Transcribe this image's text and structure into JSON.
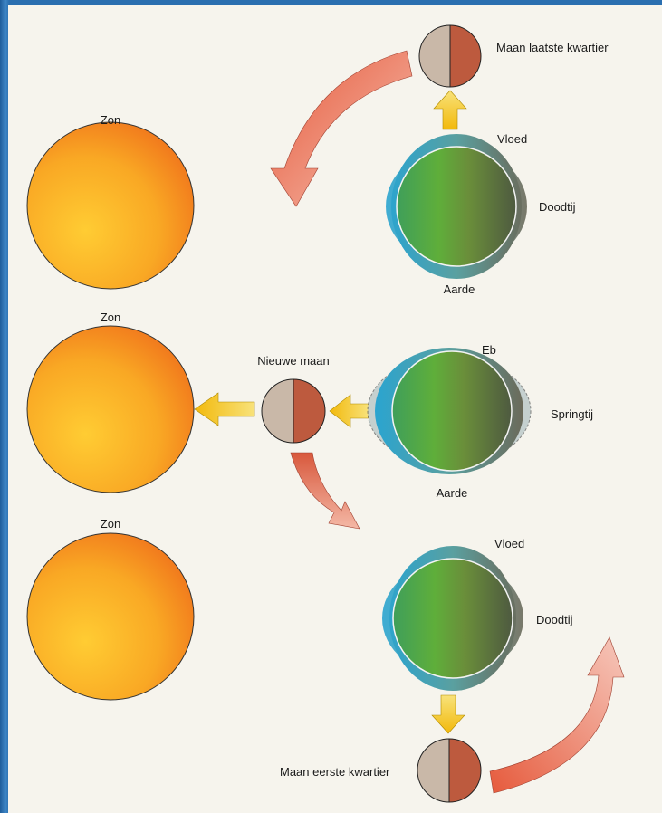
{
  "diagram": {
    "labels": {
      "sun_top": "Zon",
      "sun_middle": "Zon",
      "sun_bottom": "Zon",
      "moon_last_quarter": "Maan laatste kwartier",
      "moon_new": "Nieuwe maan",
      "moon_first_quarter": "Maan eerste kwartier",
      "flood_top": "Vloed",
      "neap_top": "Doodtij",
      "earth_top": "Aarde",
      "ebb_middle": "Eb",
      "spring_tide": "Springtij",
      "earth_middle": "Aarde",
      "flood_bottom": "Vloed",
      "neap_bottom": "Doodtij"
    },
    "colors": {
      "sun": "#f59a1e",
      "sun_light": "#ffc53a",
      "earth_green": "#5aa53a",
      "water_blue": "#3aa0c8",
      "shadow": "#5a5a48",
      "moon_light": "#c9b8a8",
      "moon_dark": "#b8543a",
      "orbit_arrow": "#e8604a",
      "gravity_arrow": "#f5c518"
    }
  }
}
